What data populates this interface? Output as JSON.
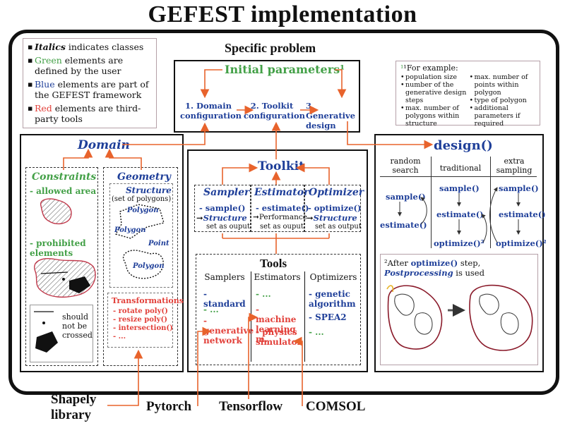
{
  "title": "GEFEST implementation",
  "specific_problem": "Specific problem",
  "legend": {
    "italics_word": "Italics",
    "italics_rest": " indicates classes",
    "green_word": "Green",
    "green_rest": " elements are defined by the user",
    "blue_word": "Blue",
    "blue_rest": " elements are part of the GEFEST framework",
    "red_word": "Red",
    "red_rest": " elements are third-party tools"
  },
  "initial_params": {
    "label": "Initial parameters¹",
    "step1": "1. Domain configuration",
    "step2": "2. Toolkit configuration",
    "step3": "3. Generative design"
  },
  "example": {
    "title": "¹For example:",
    "left_items": [
      "population size",
      "number of the generative design steps",
      "max. number of polygons within structure"
    ],
    "right_items": [
      "max. number of points within polygon",
      "type of polygon",
      "additional parameters if required"
    ]
  },
  "domain": {
    "title": "Domain",
    "constraints": "Constraints",
    "allowed_area": "- allowed area",
    "prohibited": "- prohibited elements",
    "should_not": "should not be crossed",
    "geometry": "Geometry",
    "structure": "Structure",
    "set_of_polygons": "(set of polygons)",
    "polygon_labels": [
      "Polygon",
      "Polygon",
      "Point",
      "Polygon"
    ],
    "transformations": "Transformations",
    "transform_items": [
      "- rotate poly()",
      "- resize poly()",
      "- intersection()",
      "- ..."
    ]
  },
  "toolkit": {
    "title": "Toolkit",
    "sampler": {
      "name": "Sampler",
      "method": "- sample()",
      "arrow_class": "Structure",
      "note": "set as ouput"
    },
    "estimator": {
      "name": "Estimator",
      "method": "- estimate()",
      "arrow_class": "Performance",
      "note": "set as ouput"
    },
    "optimizer": {
      "name": "Optimizer",
      "method": "- optimize()",
      "arrow_class": "Structure",
      "note": "set as output"
    }
  },
  "tools": {
    "title": "Tools",
    "columns": [
      "Samplers",
      "Estimators",
      "Optimizers"
    ],
    "samplers": [
      {
        "text": "- standard",
        "color": "blue"
      },
      {
        "text": "- ...",
        "color": "green"
      },
      {
        "text": "- generative network",
        "color": "red"
      }
    ],
    "estimators": [
      {
        "text": "- ...",
        "color": "green"
      },
      {
        "text": "- machine learning m.",
        "color": "red"
      },
      {
        "text": "- physics simulator",
        "color": "red"
      }
    ],
    "optimizers": [
      {
        "text": "- genetic algorithm",
        "color": "blue"
      },
      {
        "text": "- SPEA2",
        "color": "blue"
      },
      {
        "text": "- ...",
        "color": "green"
      }
    ]
  },
  "design": {
    "title": "design()",
    "columns": [
      "random search",
      "traditional",
      "extra sampling"
    ],
    "sample": "sample()",
    "estimate": "estimate()",
    "optimize": "optimize()²",
    "note_prefix": "²After ",
    "note_method": "optimize()",
    "note_mid": " step, ",
    "note_class": "Postprocessing",
    "note_suffix": " is used"
  },
  "bottom": {
    "shapely": "Shapely library",
    "pytorch": "Pytorch",
    "tensorflow": "Tensorflow",
    "comsol": "COMSOL"
  },
  "colors": {
    "green": "#43a047",
    "blue": "#1f3f99",
    "red": "#e2403a",
    "arrow": "#e8632c"
  }
}
